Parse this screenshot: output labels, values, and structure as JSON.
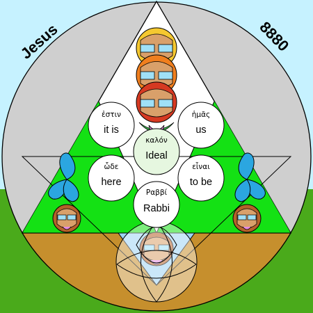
{
  "corners": {
    "left_label": "Jesus",
    "right_label": "8880"
  },
  "words": [
    {
      "greek": "ἐστιν",
      "english": "it is"
    },
    {
      "greek": "ἡμᾶς",
      "english": "us"
    },
    {
      "greek": "καλόν",
      "english": "Ideal"
    },
    {
      "greek": "ὧδε",
      "english": "here"
    },
    {
      "greek": "εἶναι",
      "english": "to be"
    },
    {
      "greek": "Ραββί",
      "english": "Rabbi"
    }
  ],
  "colors": {
    "sky": "#c6f2ff",
    "grass": "#4aaa1b",
    "disc": "#cfcfcf",
    "earth": "#c68f2d",
    "triangle_green": "#14e114",
    "petal_blue": "#2ba6e0",
    "water": "#9fd4f4",
    "face": "#d9a06a",
    "glasses": "#9fe0f7",
    "hair_yellow": "#f5c830",
    "hair_orange": "#f07f1e",
    "hair_red": "#d63a22"
  },
  "figures": [
    {
      "name": "face-yellow"
    },
    {
      "name": "face-orange"
    },
    {
      "name": "face-red"
    },
    {
      "name": "face-green"
    },
    {
      "name": "face-left"
    },
    {
      "name": "face-right"
    },
    {
      "name": "face-bottom"
    }
  ]
}
